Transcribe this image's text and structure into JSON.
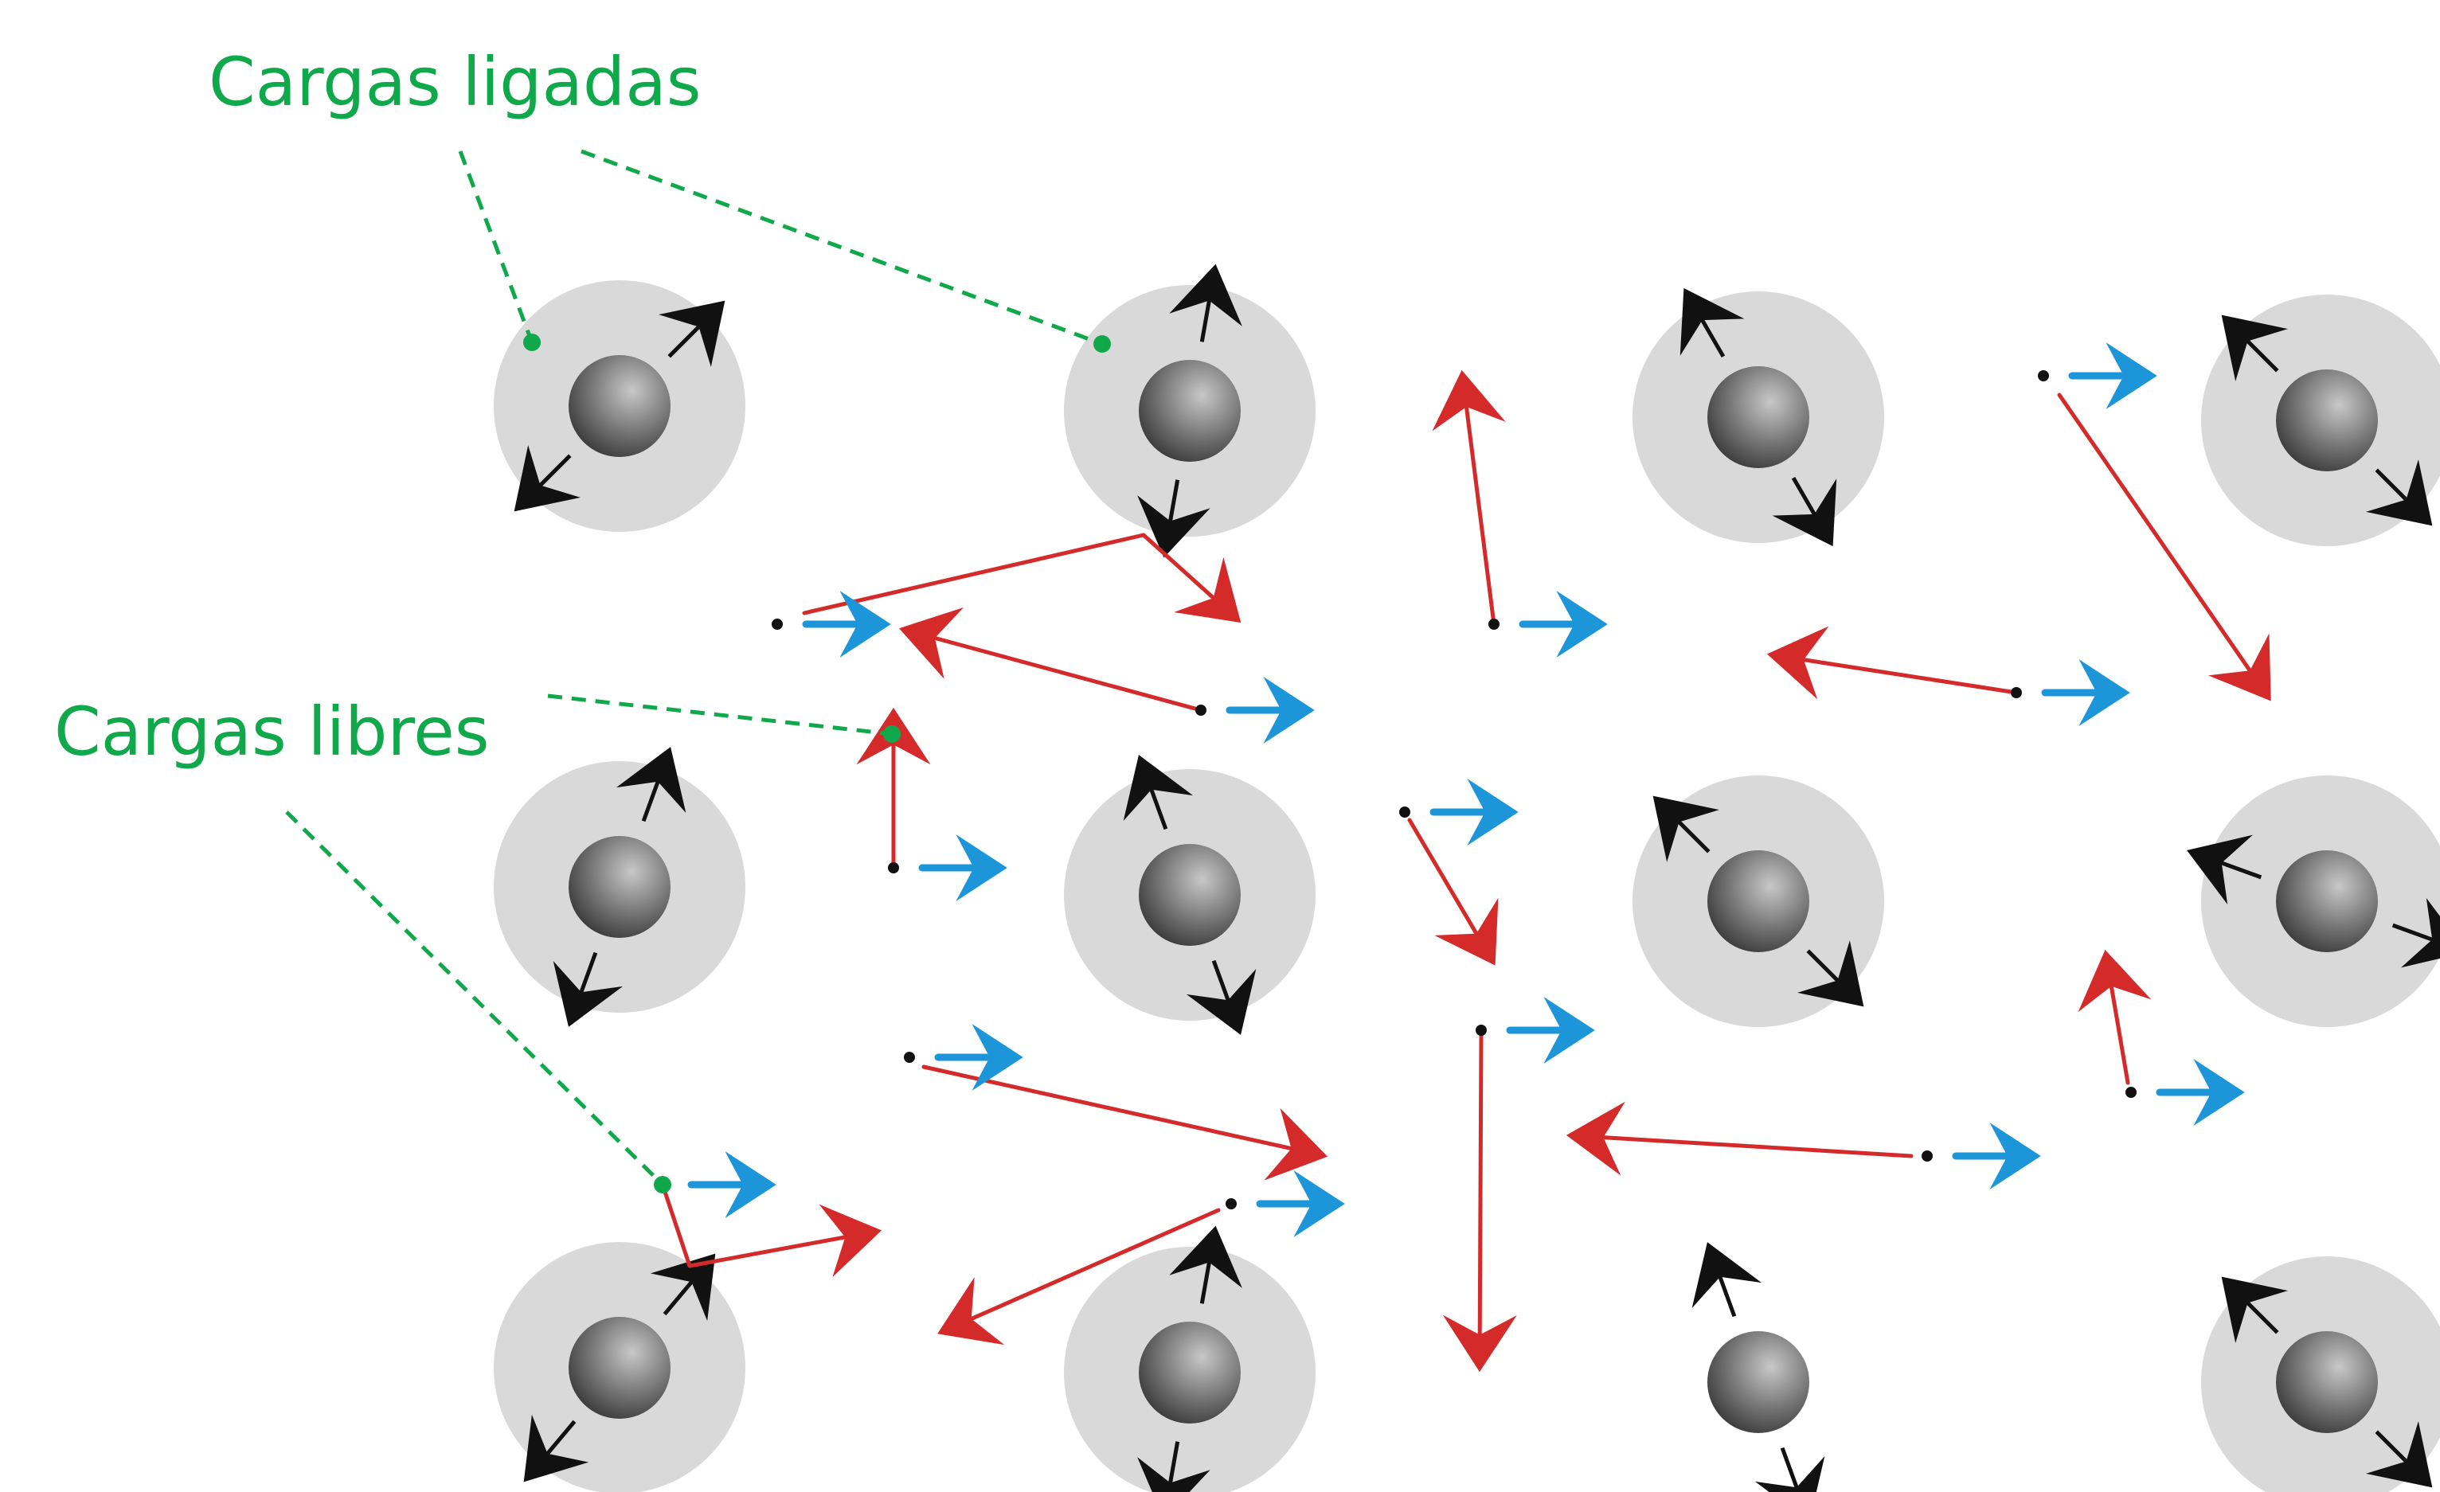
{
  "labels": {
    "bound_charges": "Cargas ligadas",
    "free_charges": "Cargas libres"
  },
  "colors": {
    "label_green": "#0fa84a",
    "halo": "#d9d9d9",
    "nucleus_dark": "#4a4a4a",
    "nucleus_light": "#c8c8c8",
    "vibration_arrow": "#111111",
    "velocity_arrow": "#d42a2a",
    "field_arrow": "#1c96d8",
    "electron_dot": "#111111"
  },
  "counts": {
    "ions": 12,
    "free_electrons": 13
  }
}
